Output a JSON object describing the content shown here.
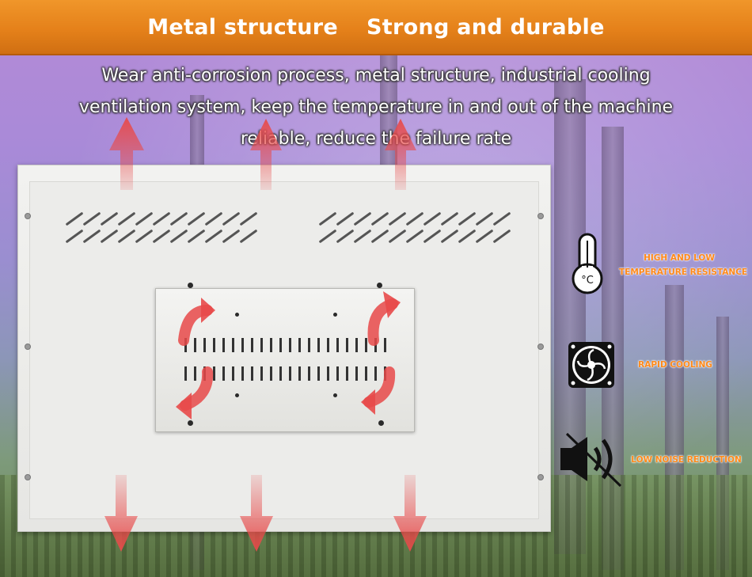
{
  "banner": {
    "left_text": "Metal structure",
    "right_text": "Strong and durable"
  },
  "description": {
    "line1": "Wear anti-corrosion process, metal structure, industrial cooling",
    "line2": "ventilation system, keep the temperature in and out of the machine",
    "line3": "reliable, reduce the failure rate"
  },
  "features": [
    {
      "icon": "thermometer-icon",
      "label_line1": "HIGH AND LOW",
      "label_line2": "TEMPERATURE RESISTANCE"
    },
    {
      "icon": "fan-icon",
      "label_line1": "RAPID COOLING",
      "label_line2": ""
    },
    {
      "icon": "mute-speaker-icon",
      "label_line1": "LOW NOISE REDUCTION",
      "label_line2": ""
    }
  ],
  "colors": {
    "banner": "#e5811a",
    "label": "#ff8a1a",
    "arrow": "#e84a4a"
  }
}
